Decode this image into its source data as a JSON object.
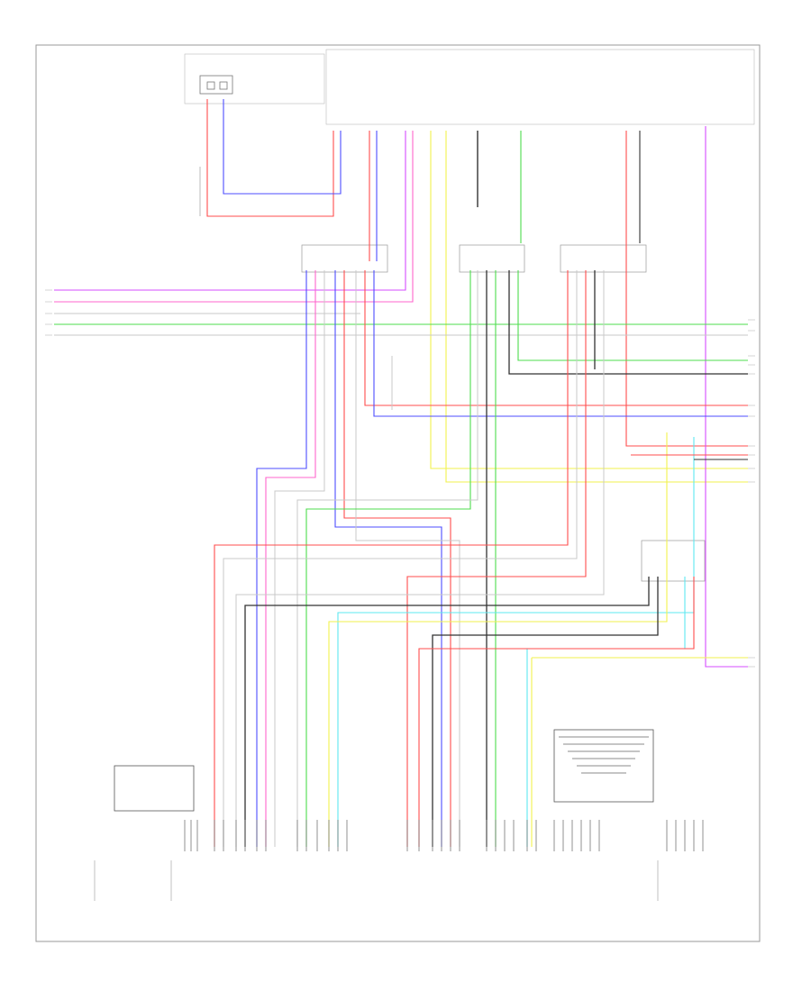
{
  "diagram": {
    "footer_code": "",
    "colors": {
      "red": "#ff4d4d",
      "pink": "#ff66cc",
      "blue": "#4d4dff",
      "green": "#4ddd4d",
      "yellow": "#f2f24d",
      "cyan": "#5ee8f0",
      "black": "#333333",
      "gray": "#c8c8c8",
      "violet": "#d64dff",
      "frame": "#999999"
    },
    "components": [
      {
        "name": "switch-top-left",
        "label": ""
      },
      {
        "name": "module-top-center",
        "label": ""
      },
      {
        "name": "connector-left-center",
        "label": ""
      },
      {
        "name": "connector-mid-center",
        "label": ""
      },
      {
        "name": "connector-right-center",
        "label": ""
      },
      {
        "name": "connector-right-lower",
        "label": ""
      },
      {
        "name": "sensor-bottom-left",
        "label": ""
      },
      {
        "name": "unit-bottom-center-left",
        "label": ""
      },
      {
        "name": "unit-bottom-center",
        "label": ""
      },
      {
        "name": "unit-bottom-right",
        "label": ""
      },
      {
        "name": "unit-bottom-far-right",
        "label": ""
      }
    ],
    "note": ""
  }
}
